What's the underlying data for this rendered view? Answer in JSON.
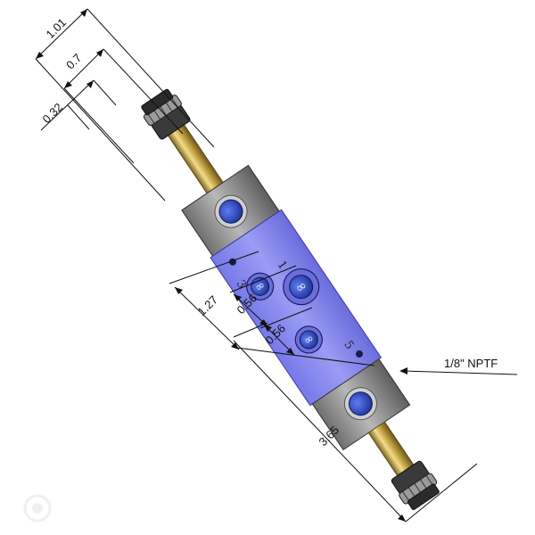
{
  "dimensions": {
    "d_1_01": "1.01",
    "d_0_7": "0.7",
    "d_0_32": "0.32",
    "d_1_27": "1.27",
    "d_0_56_a": "0.56",
    "d_0_56_b": "0.56",
    "d_3_65": "3.65"
  },
  "callout": {
    "port_thread": "1/8\" NPTF"
  },
  "port_numbers": {
    "port_3": "3",
    "port_1": "1",
    "port_5": "5"
  },
  "colors": {
    "body_blue": "#8a8cf0",
    "end_cap_gray": "#9a9a9a",
    "tube_brass": "#c9a84a",
    "port_blue": "#3b57c9",
    "knob_dark": "#3a3a3a"
  },
  "icons": {
    "port_symbol": "infinity-glyph",
    "watermark": "faded-logo-icon"
  }
}
